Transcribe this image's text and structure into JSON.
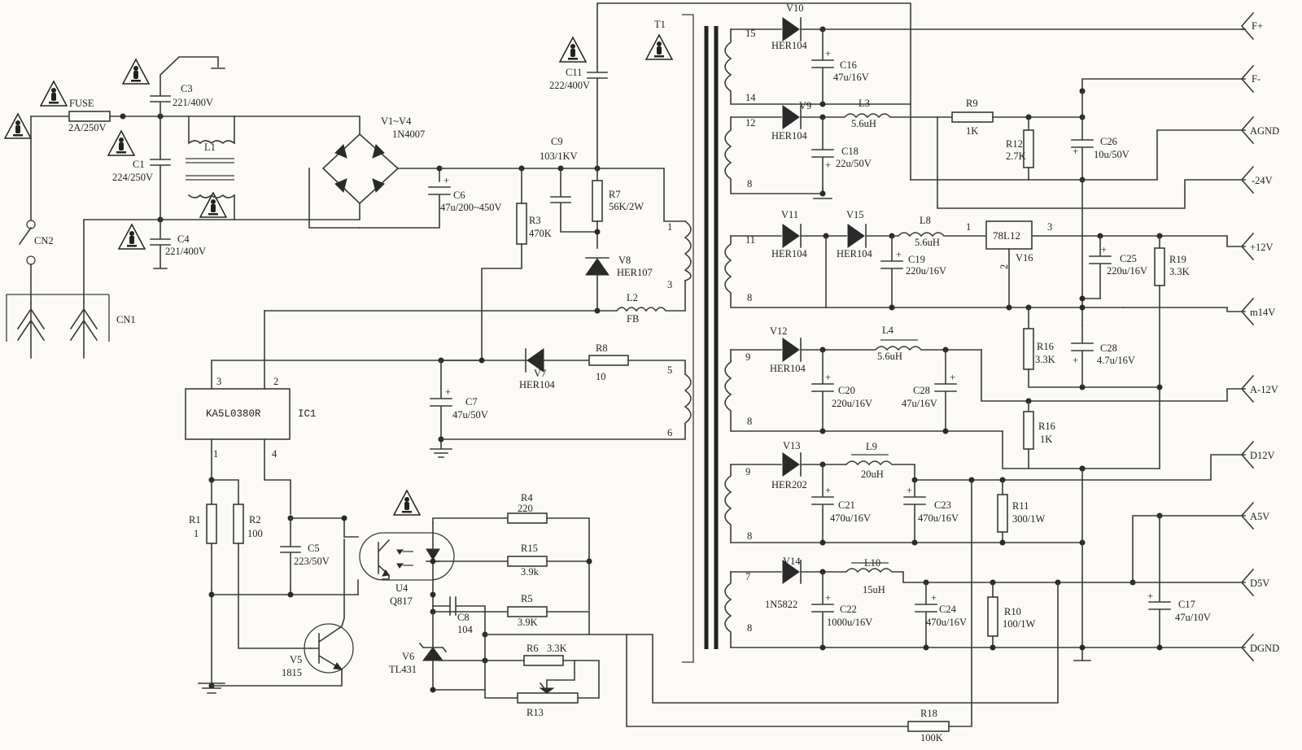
{
  "title": "",
  "input": {
    "fuse_name": "FUSE",
    "fuse_value": "2A/250V",
    "cn2": "CN2",
    "cn1": "CN1",
    "c3_name": "C3",
    "c3_value": "221/400V",
    "c1_name": "C1",
    "c1_value": "224/250V",
    "c4_name": "C4",
    "c4_value": "221/400V",
    "l1_name": "L1",
    "bridge_name": "V1~V4",
    "bridge_value": "1N4007",
    "c6_name": "C6",
    "c6_value": "47u/200~450V",
    "r3_name": "R3",
    "r3_value": "470K",
    "c9_name": "C9",
    "c9_value": "103/1KV",
    "c11_name": "C11",
    "c11_value": "222/400V",
    "r7_name": "R7",
    "r7_value": "56K/2W",
    "v8_name": "V8",
    "v8_value": "HER107",
    "l2_name": "L2",
    "l2_value": "FB"
  },
  "controller": {
    "ic_part": "KA5L0380R",
    "ic_name": "IC1",
    "pin1": "1",
    "pin2": "2",
    "pin3": "3",
    "pin4": "4",
    "c7_name": "C7",
    "c7_value": "47u/50V",
    "v7_name": "V7",
    "v7_value": "HER104",
    "r8_name": "R8",
    "r8_value": "10",
    "r1_name": "R1",
    "r1_value": "1",
    "r2_name": "R2",
    "r2_value": "100",
    "c5_name": "C5",
    "c5_value": "223/50V",
    "v5_name": "V5",
    "v5_value": "1815",
    "u4_name": "U4",
    "u4_value": "Q817",
    "r4_name": "R4",
    "r4_value": "220",
    "r15_name": "R15",
    "r15_value": "3.9k",
    "r5_name": "R5",
    "r5_value": "3.9K",
    "c8_name": "C8",
    "c8_value": "104",
    "v6_name": "V6",
    "v6_value": "TL431",
    "r6_name": "R6",
    "r6_value": "3.3K",
    "r13_name": "R13",
    "r18_name": "R18",
    "r18_value": "100K"
  },
  "transformer": {
    "name": "T1",
    "pins": [
      "1",
      "3",
      "5",
      "6",
      "15",
      "14",
      "12",
      "8",
      "11",
      "8",
      "9",
      "8",
      "9",
      "8",
      "7",
      "8"
    ]
  },
  "secondary": {
    "v10": "V10",
    "v10_value": "HER104",
    "c16": "C16",
    "c16_value": "47u/16V",
    "v9": "V9",
    "v9_value": "HER104",
    "l3": "L3",
    "l3_value": "5.6uH",
    "c18": "C18",
    "c18_value": "22u/50V",
    "r9": "R9",
    "r9_value": "1K",
    "r12": "R12",
    "r12_value": "2.7K",
    "c26": "C26",
    "c26_value": "10u/50V",
    "v11": "V11",
    "v11_value": "HER104",
    "v15": "V15",
    "v15_value": "HER104",
    "l8": "L8",
    "l8_value": "5.6uH",
    "c19": "C19",
    "c19_value": "220u/16V",
    "reg": "78L12",
    "reg_pin1": "1",
    "reg_pin2": "2",
    "reg_pin3": "3",
    "v16": "V16",
    "c25": "C25",
    "c25_value": "220u/16V",
    "r19": "R19",
    "r19_value": "3.3K",
    "r16a": "R16",
    "r16a_value": "3.3K",
    "c28a": "C28",
    "c28a_value": "4.7u/16V",
    "v12": "V12",
    "v12_value": "HER104",
    "l4": "L4",
    "l4_value": "5.6uH",
    "c20": "C20",
    "c20_value": "220u/16V",
    "c28b": "C28",
    "c28b_value": "47u/16V",
    "r16b": "R16",
    "r16b_value": "1K",
    "v13": "V13",
    "v13_value": "HER202",
    "l9": "L9",
    "l9_value": "20uH",
    "c21": "C21",
    "c21_value": "470u/16V",
    "c23": "C23",
    "c23_value": "470u/16V",
    "r11": "R11",
    "r11_value": "300/1W",
    "v14": "V14",
    "v14_value": "1N5822",
    "l10": "L10",
    "l10_value": "15uH",
    "c22": "C22",
    "c22_value": "1000u/16V",
    "c24": "C24",
    "c24_value": "470u/16V",
    "r10": "R10",
    "r10_value": "100/1W",
    "c17": "C17",
    "c17_value": "47u/10V"
  },
  "outputs": [
    "F+",
    "F-",
    "AGND",
    "-24V",
    "+12V",
    "m14V",
    "A-12V",
    "D12V",
    "A5V",
    "D5V",
    "DGND"
  ]
}
